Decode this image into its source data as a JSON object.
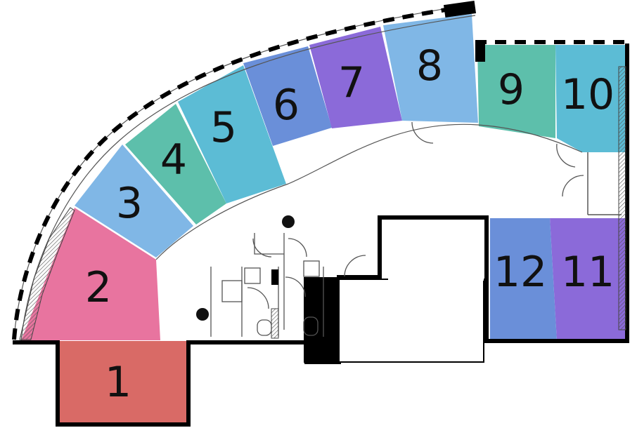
{
  "floorplan": {
    "rooms": [
      {
        "label": "1",
        "color": "#d96a66"
      },
      {
        "label": "2",
        "color": "#e8749f"
      },
      {
        "label": "3",
        "color": "#80b7e6"
      },
      {
        "label": "4",
        "color": "#5dbfab"
      },
      {
        "label": "5",
        "color": "#5cbcd5"
      },
      {
        "label": "6",
        "color": "#6a8fd9"
      },
      {
        "label": "7",
        "color": "#8b6ad9"
      },
      {
        "label": "8",
        "color": "#80b7e6"
      },
      {
        "label": "9",
        "color": "#5dbfab"
      },
      {
        "label": "10",
        "color": "#5cbcd5"
      },
      {
        "label": "11",
        "color": "#8b6ad9"
      },
      {
        "label": "12",
        "color": "#6a8fd9"
      }
    ]
  }
}
